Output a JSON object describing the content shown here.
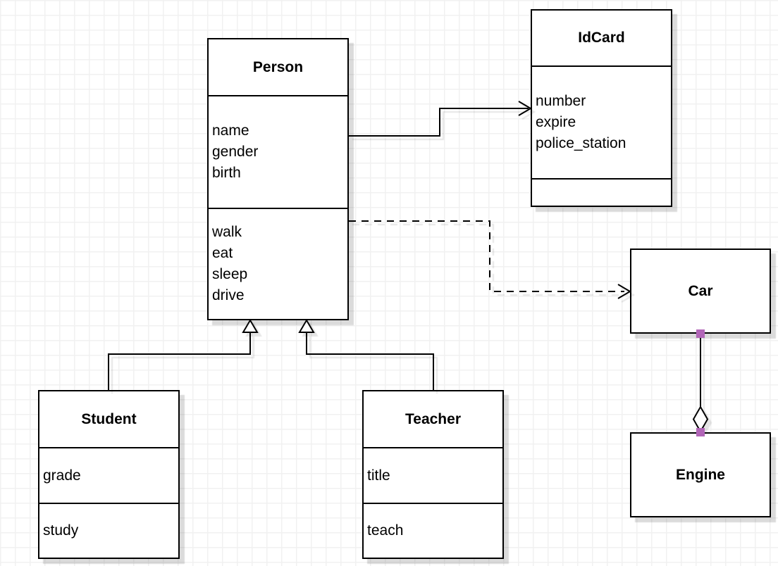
{
  "diagram": {
    "type": "uml-class-diagram",
    "classes": {
      "person": {
        "name": "Person",
        "attributes": [
          "name",
          "gender",
          "birth"
        ],
        "methods": [
          "walk",
          "eat",
          "sleep",
          "drive"
        ]
      },
      "idcard": {
        "name": "IdCard",
        "attributes": [
          "number",
          "expire",
          "police_station"
        ],
        "methods": []
      },
      "car": {
        "name": "Car"
      },
      "engine": {
        "name": "Engine"
      },
      "student": {
        "name": "Student",
        "attributes": [
          "grade"
        ],
        "methods": [
          "study"
        ]
      },
      "teacher": {
        "name": "Teacher",
        "attributes": [
          "title"
        ],
        "methods": [
          "teach"
        ]
      }
    },
    "relations": [
      {
        "from": "Person",
        "to": "IdCard",
        "type": "association",
        "line": "solid",
        "arrow": "open"
      },
      {
        "from": "Person",
        "to": "Car",
        "type": "dependency",
        "line": "dashed",
        "arrow": "open"
      },
      {
        "from": "Student",
        "to": "Person",
        "type": "generalization",
        "line": "solid",
        "arrow": "hollow-triangle"
      },
      {
        "from": "Teacher",
        "to": "Person",
        "type": "generalization",
        "line": "solid",
        "arrow": "hollow-triangle"
      },
      {
        "from": "Car",
        "to": "Engine",
        "type": "aggregation",
        "line": "solid",
        "arrow": "hollow-diamond"
      }
    ],
    "colors": {
      "line": "#000000",
      "box_fill": "#ffffff",
      "box_border": "#000000",
      "endpoint_handle": "#b266b8",
      "grid_line": "#f1f1f1",
      "background": "#ffffff"
    }
  }
}
